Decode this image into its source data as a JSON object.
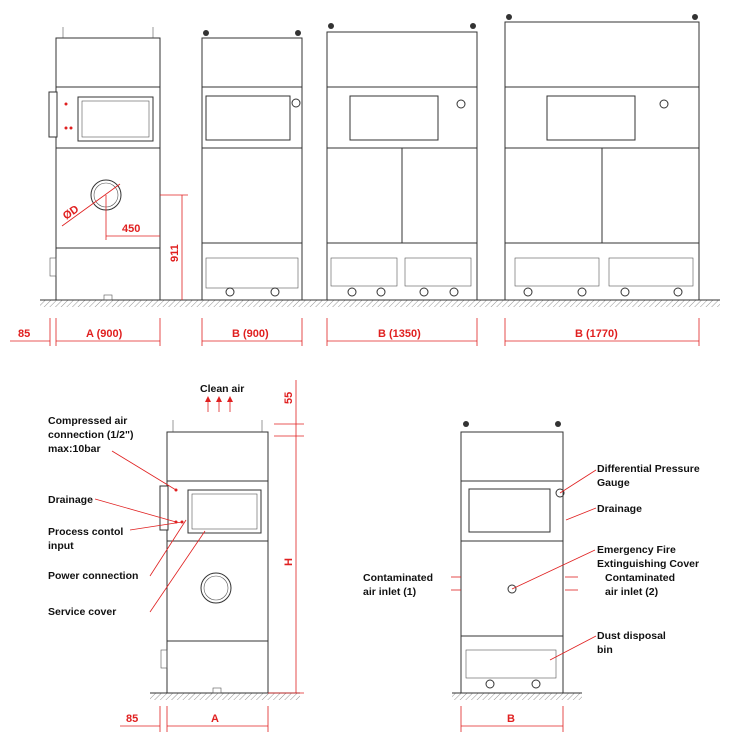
{
  "colors": {
    "line": "#333333",
    "dimension": "#e02020",
    "background": "#ffffff"
  },
  "top": {
    "dim_85": "85",
    "dim_a900": "A (900)",
    "dim_b900": "B (900)",
    "dim_b1350": "B (1350)",
    "dim_b1770": "B (1770)",
    "dim_od": "ØD",
    "dim_450": "450",
    "dim_911": "911"
  },
  "bottom": {
    "clean_air": "Clean air",
    "dim_55": "55",
    "dim_h": "H",
    "dim_85": "85",
    "dim_a": "A",
    "dim_b": "B",
    "labels": {
      "compressed_air_1": "Compressed air",
      "compressed_air_2": "connection (1/2\")",
      "compressed_air_3": "max:10bar",
      "drainage_left": "Drainage",
      "process_1": "Process contol",
      "process_2": "input",
      "power": "Power connection",
      "service": "Service cover",
      "contaminated_l1": "Contaminated",
      "contaminated_l2": "air inlet (1)",
      "diff_1": "Differential Pressure",
      "diff_2": "Gauge",
      "drainage_right": "Drainage",
      "fire_1": "Emergency Fire",
      "fire_2": "Extinguishing Cover",
      "contaminated_r1": "Contaminated",
      "contaminated_r2": "air inlet (2)",
      "dust_1": "Dust disposal",
      "dust_2": "bin"
    }
  }
}
